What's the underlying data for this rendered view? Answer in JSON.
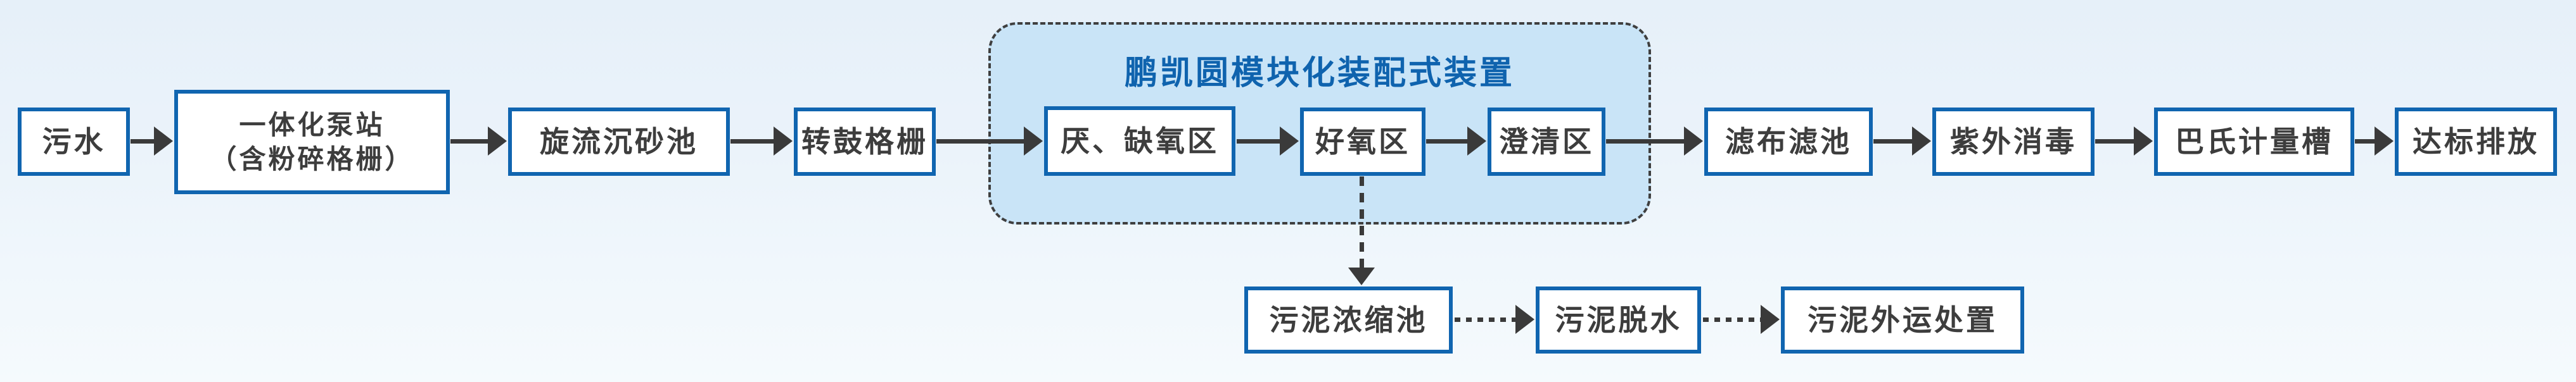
{
  "diagram": {
    "type": "process-flowchart",
    "flow": {
      "main_nodes": [
        {
          "id": "sewage",
          "label": "污水"
        },
        {
          "id": "integrated-pump-station",
          "label": "一体化泵站",
          "sublabel": "（含粉碎格栅）"
        },
        {
          "id": "cyclone-grit-chamber",
          "label": "旋流沉砂池"
        },
        {
          "id": "drum-screen",
          "label": "转鼓格栅"
        },
        {
          "id": "anaerobic-anoxic-zone",
          "label": "厌、缺氧区"
        },
        {
          "id": "aerobic-zone",
          "label": "好氧区"
        },
        {
          "id": "clarification-zone",
          "label": "澄清区"
        },
        {
          "id": "cloth-media-filter",
          "label": "滤布滤池"
        },
        {
          "id": "uv-disinfection",
          "label": "紫外消毒"
        },
        {
          "id": "parshall-flume",
          "label": "巴氏计量槽"
        },
        {
          "id": "standard-discharge",
          "label": "达标排放"
        }
      ],
      "module_group": {
        "title": "鹏凯圆模块化装配式装置"
      },
      "sludge_nodes": [
        {
          "id": "sludge-thickening-tank",
          "label": "污泥浓缩池"
        },
        {
          "id": "sludge-dewatering",
          "label": "污泥脱水"
        },
        {
          "id": "sludge-offsite-disposal",
          "label": "污泥外运处置"
        }
      ],
      "edges": [
        {
          "from": "污水",
          "to": "一体化泵站（含粉碎格栅）",
          "style": "solid"
        },
        {
          "from": "一体化泵站（含粉碎格栅）",
          "to": "旋流沉砂池",
          "style": "solid"
        },
        {
          "from": "旋流沉砂池",
          "to": "转鼓格栅",
          "style": "solid"
        },
        {
          "from": "转鼓格栅",
          "to": "厌、缺氧区",
          "style": "solid"
        },
        {
          "from": "厌、缺氧区",
          "to": "好氧区",
          "style": "solid"
        },
        {
          "from": "好氧区",
          "to": "澄清区",
          "style": "solid"
        },
        {
          "from": "澄清区",
          "to": "滤布滤池",
          "style": "solid"
        },
        {
          "from": "滤布滤池",
          "to": "紫外消毒",
          "style": "solid"
        },
        {
          "from": "紫外消毒",
          "to": "巴氏计量槽",
          "style": "solid"
        },
        {
          "from": "巴氏计量槽",
          "to": "达标排放",
          "style": "solid"
        },
        {
          "from": "好氧区",
          "to": "污泥浓缩池",
          "style": "dashed"
        },
        {
          "from": "污泥浓缩池",
          "to": "污泥脱水",
          "style": "dotted"
        },
        {
          "from": "污泥脱水",
          "to": "污泥外运处置",
          "style": "dotted"
        }
      ]
    },
    "colors": {
      "background": "#ecf4fb",
      "box_border": "#1065b0",
      "box_fill": "#ffffff",
      "box_text": "#3d3d3d",
      "group_fill": "#c9e4f7",
      "group_border": "#3f3f3f",
      "group_title": "#0f63ae",
      "arrow": "#3a3a3a"
    }
  }
}
